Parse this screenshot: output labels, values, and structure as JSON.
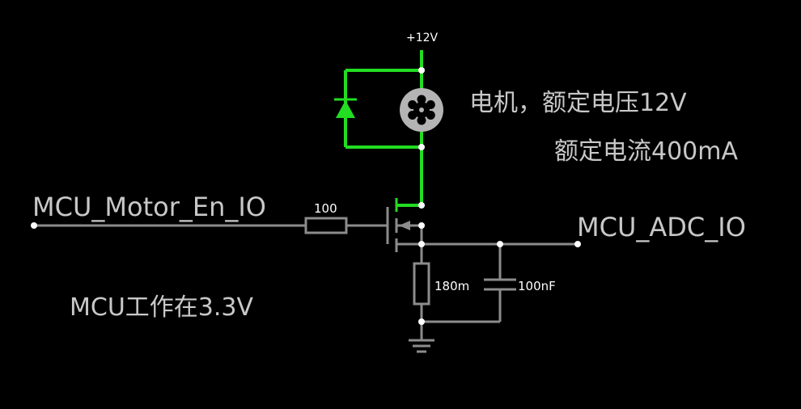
{
  "labels": {
    "supply": "+12V",
    "motor_desc_1": "电机，额定电压12V",
    "motor_desc_2": "额定电流400mA",
    "input_net": "MCU_Motor_En_IO",
    "gate_resistor": "100",
    "adc_net": "MCU_ADC_IO",
    "sense_resistor": "180m",
    "filter_cap": "100nF",
    "mcu_note": "MCU工作在3.3V"
  },
  "colors": {
    "background": "#000000",
    "wire": "#8c8c8c",
    "active_wire": "#22dd22",
    "text": "#c8c8c8",
    "junction": "#ffffff",
    "motor": "#b4b4b4"
  },
  "icons": {
    "motor": "motor-symbol",
    "diode": "flyback-diode-symbol",
    "mosfet": "nmos-symbol",
    "ground": "ground-symbol"
  }
}
